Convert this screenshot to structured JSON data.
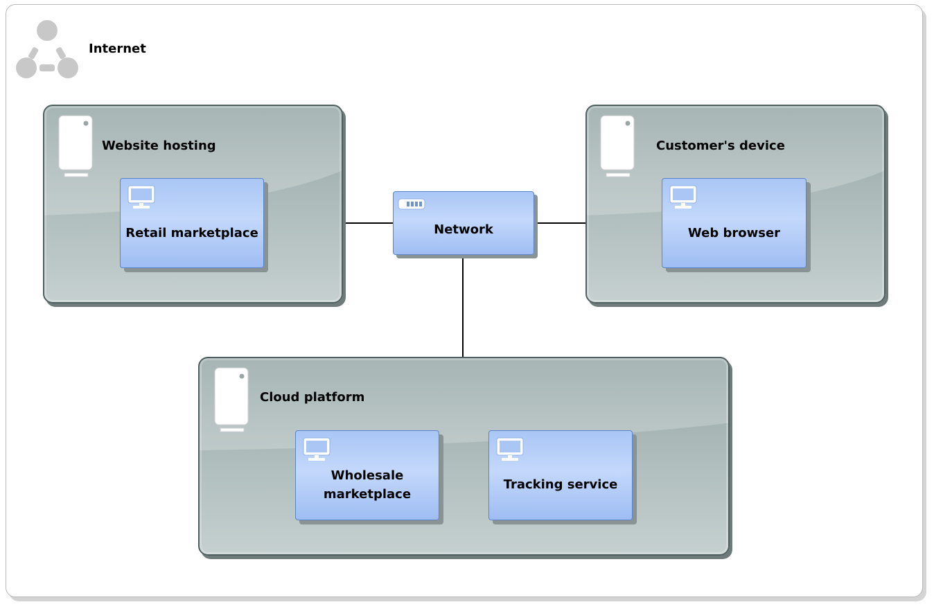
{
  "diagram": {
    "internet": {
      "label": "Internet",
      "icon": "network-group-icon"
    },
    "nodes": {
      "website_hosting": {
        "label": "Website hosting",
        "icon": "server-icon",
        "components": [
          {
            "label": "Retail marketplace",
            "icon": "monitor-icon"
          }
        ]
      },
      "customers_device": {
        "label": "Customer's device",
        "icon": "server-icon",
        "components": [
          {
            "label": "Web browser",
            "icon": "monitor-icon"
          }
        ]
      },
      "cloud_platform": {
        "label": "Cloud platform",
        "icon": "server-icon",
        "components": [
          {
            "label_line1": "Wholesale",
            "label_line2": "marketplace",
            "icon": "monitor-icon"
          },
          {
            "label": "Tracking service",
            "icon": "monitor-icon"
          }
        ]
      }
    },
    "network": {
      "label": "Network",
      "icon": "network-device-icon"
    },
    "colors": {
      "node_fill": "#a9b8b7",
      "node_border": "#4f5f5f",
      "component_fill": "#b7cff8",
      "component_border": "#5b84c8",
      "connector": "#000000"
    }
  }
}
